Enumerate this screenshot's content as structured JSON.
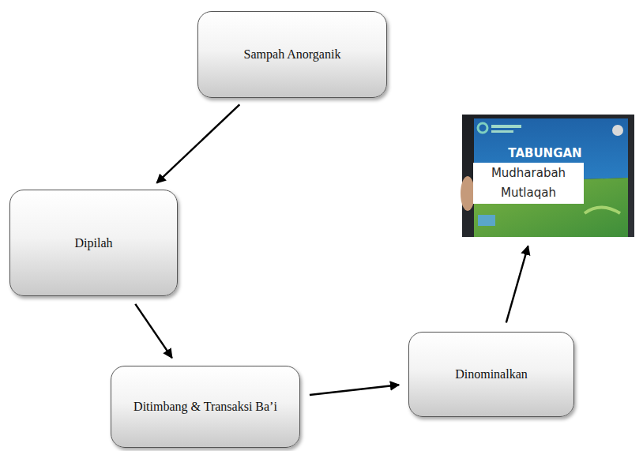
{
  "diagram": {
    "nodes": [
      {
        "text": [
          "Sampah Anorganik"
        ]
      },
      {
        "text": [
          "Dipilah"
        ]
      },
      {
        "text": [
          "Ditimbang & Transaksi Ba’i"
        ]
      },
      {
        "text": [
          "Dinominalkan"
        ]
      },
      {
        "text": [
          "TABUNGAN",
          "Mudharabah Mutlaqah"
        ]
      }
    ],
    "edges": [
      {
        "from": 0,
        "to": 1,
        "arrow": "to"
      },
      {
        "from": 1,
        "to": 2,
        "arrow": "to"
      },
      {
        "from": 2,
        "to": 3,
        "arrow": "to"
      },
      {
        "from": 3,
        "to": 4,
        "arrow": "to"
      }
    ]
  }
}
